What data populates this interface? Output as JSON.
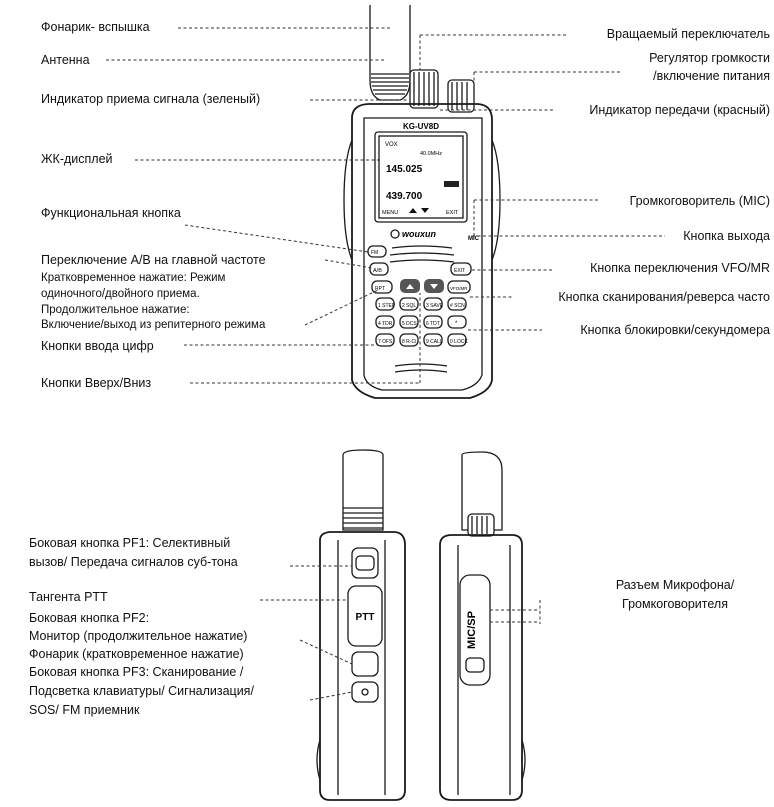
{
  "front_labels_left": [
    {
      "id": "flashlight",
      "text": "Фонарик- вспышка"
    },
    {
      "id": "antenna",
      "text": "Антенна"
    },
    {
      "id": "rx-indicator",
      "text": "Индикатор приема сигнала (зеленый)"
    },
    {
      "id": "lcd",
      "text": "ЖК-дисплей"
    },
    {
      "id": "func-key",
      "text": "Функциональная кнопка"
    },
    {
      "id": "ab-switch",
      "text": "Переключение A/B на главной частоте"
    },
    {
      "id": "short-press-1",
      "text": "Кратковременное нажатие: Режим"
    },
    {
      "id": "short-press-2",
      "text": "одиночного/двойного приема."
    },
    {
      "id": "long-press-1",
      "text": "Продолжительное нажатие:"
    },
    {
      "id": "long-press-2",
      "text": "Включение/выход из репитерного режима"
    },
    {
      "id": "digit-keys",
      "text": "Кнопки ввода цифр"
    },
    {
      "id": "updown-keys",
      "text": "Кнопки Вверх/Вниз"
    }
  ],
  "front_labels_right": [
    {
      "id": "rotary-switch",
      "text": "Вращаемый переключатель"
    },
    {
      "id": "volume-1",
      "text": "Регулятор громкости"
    },
    {
      "id": "volume-2",
      "text": "/включение  питания"
    },
    {
      "id": "tx-indicator",
      "text": "Индикатор передачи (красный)"
    },
    {
      "id": "speaker-mic",
      "text": "Громкоговоритель (MIC)"
    },
    {
      "id": "exit-key",
      "text": "Кнопка выхода"
    },
    {
      "id": "vfo-mr",
      "text": "Кнопка переключения VFO/MR"
    },
    {
      "id": "scan-key",
      "text": "Кнопка сканирования/реверса часто"
    },
    {
      "id": "lock-key",
      "text": "Кнопка блокировки/секундомера"
    }
  ],
  "side_labels_left": [
    {
      "id": "pf1-1",
      "text": "Боковая кнопка PF1: Селективный"
    },
    {
      "id": "pf1-2",
      "text": "вызов/ Передача сигналов суб-тона"
    },
    {
      "id": "ptt",
      "text": "Тангента PTT"
    },
    {
      "id": "pf2-1",
      "text": "Боковая кнопка PF2:"
    },
    {
      "id": "pf2-2",
      "text": "Монитор (продолжительное нажатие)"
    },
    {
      "id": "pf2-3",
      "text": "Фонарик (кратковременное нажатие)"
    },
    {
      "id": "pf3-1",
      "text": "Боковая кнопка PF3: Сканирование /"
    },
    {
      "id": "pf3-2",
      "text": "Подсветка клавиатуры/ Сигнализация/"
    },
    {
      "id": "pf3-3",
      "text": "SOS/ FM приемник"
    }
  ],
  "side_labels_right": [
    {
      "id": "mic-jack-1",
      "text": "Разъем Микрофона/"
    },
    {
      "id": "mic-jack-2",
      "text": "Громкоговорителя"
    }
  ],
  "device": {
    "model": "KG-UV8D",
    "brand": "wouxun",
    "screen_icons": "VOX",
    "screen_line_small": "40.0MHz",
    "freq_a": "145.025",
    "freq_b": "439.700",
    "row_tag": "(RPT)",
    "menu": "MENU",
    "exit": "EXIT",
    "mic_label": "MIC",
    "keys": {
      "fm": "FM",
      "ab": "A/B",
      "exit": "EXIT",
      "rpt": "RPT",
      "vfomr": "VFO/MR",
      "k1": "1 STEP",
      "k2": "2 SQL",
      "k3": "3 SAVE",
      "k_scan": "# SCN",
      "k4": "4 TDR",
      "k5": "5 DCS",
      "k6": "6 TDT",
      "k_star": "*",
      "k7": "7 OFS",
      "k8": "8 R-Ci",
      "k9": "9 CALL",
      "k0": "0 LOCK"
    },
    "side_ptt": "PTT",
    "side_mic": "MIC/SP"
  }
}
